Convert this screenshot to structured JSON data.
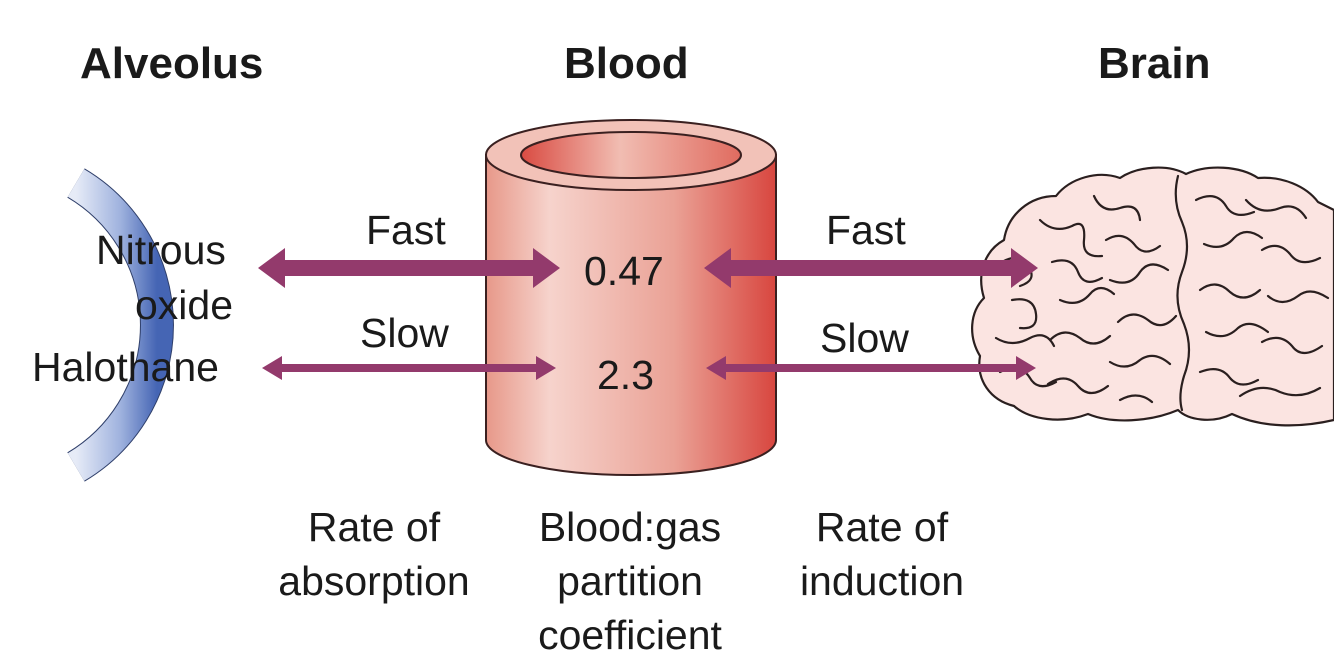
{
  "headings": {
    "alveolus": "Alveolus",
    "blood": "Blood",
    "brain": "Brain"
  },
  "gases": {
    "nitrous_line1": "Nitrous",
    "nitrous_line2": "oxide",
    "halothane": "Halothane"
  },
  "absorption_speed": {
    "fast": "Fast",
    "slow": "Slow"
  },
  "induction_speed": {
    "fast": "Fast",
    "slow": "Slow"
  },
  "coefficients": {
    "nitrous_oxide": "0.47",
    "halothane": "2.3"
  },
  "captions": {
    "absorption": "Rate of absorption",
    "partition": "Blood:gas partition coefficient",
    "induction": "Rate of induction"
  },
  "colors": {
    "arrow": "#933a6c",
    "alveolus_dark": "#4a6cb8",
    "alveolus_light": "#e4e9f6",
    "vessel_dark": "#d84a47",
    "vessel_light": "#f6d2cb",
    "brain_fill": "#fbe3e1",
    "brain_stroke": "#2a1f1f"
  }
}
